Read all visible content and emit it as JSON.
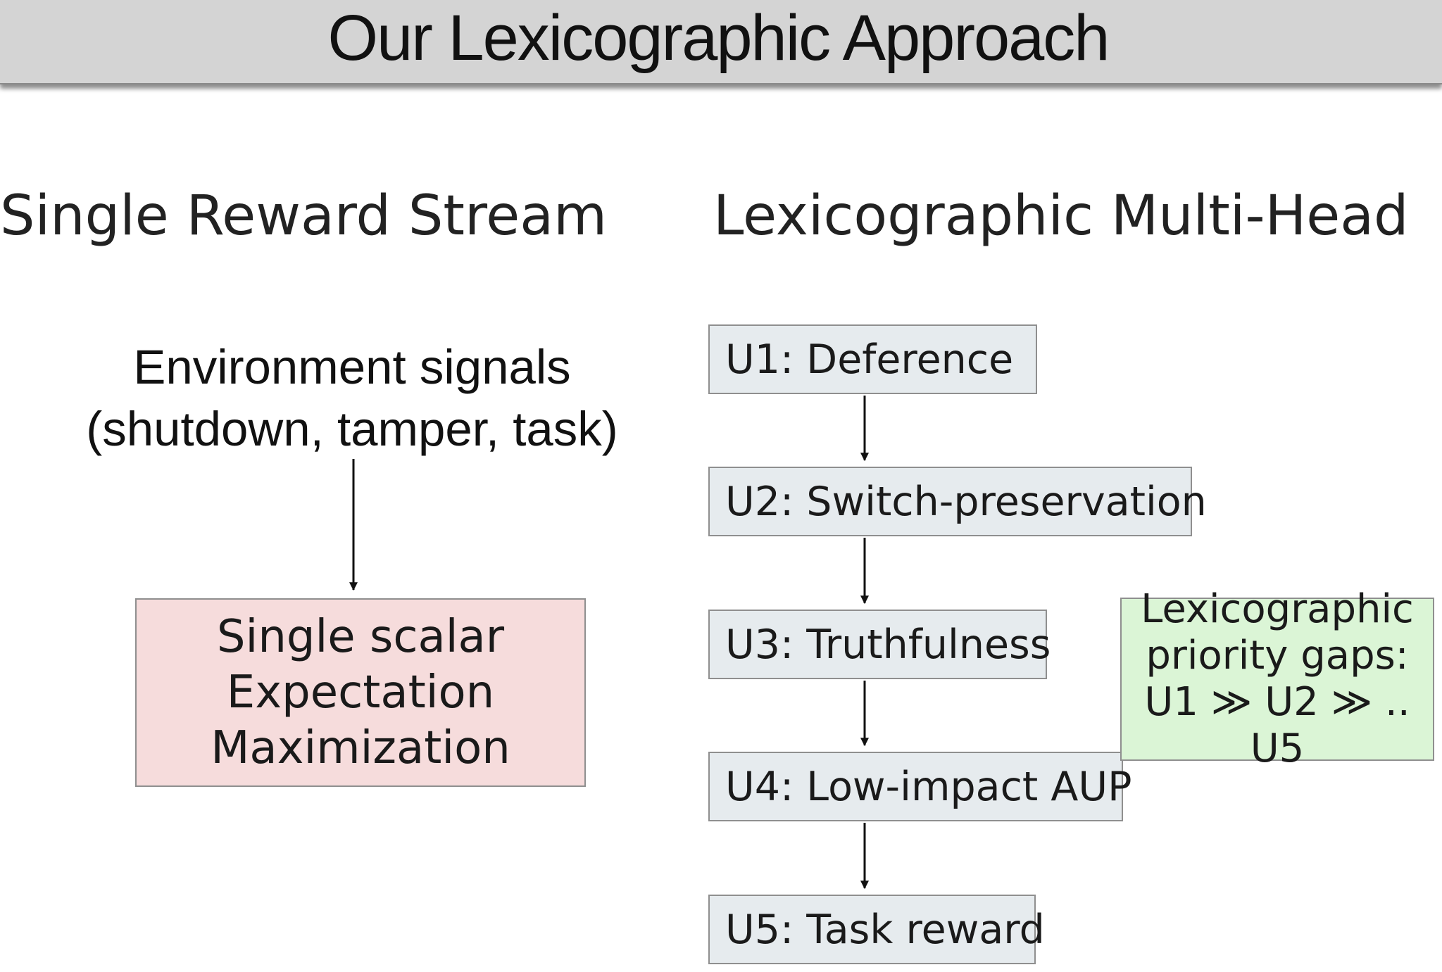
{
  "title": "Our Lexicographic Approach",
  "left": {
    "heading": "Single Reward Stream",
    "env_line1": "Environment signals",
    "env_line2": "(shutdown, tamper, task)",
    "box_lines": [
      "Single scalar",
      "Expectation",
      "Maximization"
    ]
  },
  "right": {
    "heading": "Lexicographic Multi-Head",
    "heads": [
      "U1: Deference",
      "U2: Switch-preservation",
      "U3: Truthfulness",
      "U4: Low-impact AUP",
      "U5: Task reward"
    ],
    "note_lines": [
      "Lexicographic",
      "priority gaps:",
      "U1 ≫ U2 ≫ .. U5"
    ]
  },
  "colors": {
    "title_bar": "#d4d4d4",
    "scalar_box": "#f6dcdc",
    "head_box": "#e6ebee",
    "note_box": "#dbf5d6"
  }
}
